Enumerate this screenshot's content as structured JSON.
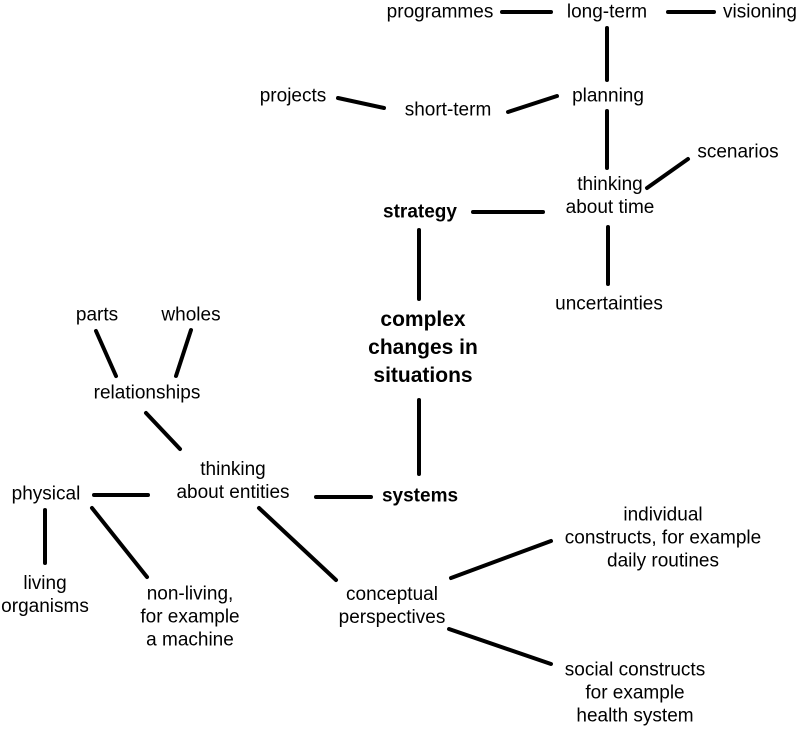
{
  "diagram": {
    "type": "concept-map",
    "colors": {
      "background": "#ffffff",
      "text": "#000000",
      "line": "#000000"
    },
    "nodes": [
      {
        "id": "programmes",
        "label": "programmes",
        "emphasis": "normal"
      },
      {
        "id": "long-term",
        "label": "long-term",
        "emphasis": "normal"
      },
      {
        "id": "visioning",
        "label": "visioning",
        "emphasis": "normal"
      },
      {
        "id": "projects",
        "label": "projects",
        "emphasis": "normal"
      },
      {
        "id": "short-term",
        "label": "short-term",
        "emphasis": "normal"
      },
      {
        "id": "planning",
        "label": "planning",
        "emphasis": "normal"
      },
      {
        "id": "scenarios",
        "label": "scenarios",
        "emphasis": "normal"
      },
      {
        "id": "thinking-about-time",
        "label": "thinking\nabout time",
        "emphasis": "normal"
      },
      {
        "id": "strategy",
        "label": "strategy",
        "emphasis": "bold"
      },
      {
        "id": "uncertainties",
        "label": "uncertainties",
        "emphasis": "normal"
      },
      {
        "id": "parts",
        "label": "parts",
        "emphasis": "normal"
      },
      {
        "id": "wholes",
        "label": "wholes",
        "emphasis": "normal"
      },
      {
        "id": "relationships",
        "label": "relationships",
        "emphasis": "normal"
      },
      {
        "id": "complex-changes-in-situations",
        "label": "complex\nchanges in\nsituations",
        "emphasis": "bold-central"
      },
      {
        "id": "thinking-about-entities",
        "label": "thinking\nabout entities",
        "emphasis": "normal"
      },
      {
        "id": "physical",
        "label": "physical",
        "emphasis": "normal"
      },
      {
        "id": "systems",
        "label": "systems",
        "emphasis": "bold"
      },
      {
        "id": "living-organisms",
        "label": "living\norganisms",
        "emphasis": "normal"
      },
      {
        "id": "non-living",
        "label": "non-living,\nfor example\na machine",
        "emphasis": "normal"
      },
      {
        "id": "conceptual-perspectives",
        "label": "conceptual\nperspectives",
        "emphasis": "normal"
      },
      {
        "id": "individual-constructs",
        "label": "individual\nconstructs, for example\ndaily routines",
        "emphasis": "normal"
      },
      {
        "id": "social-constructs",
        "label": "social constructs\nfor example\nhealth system",
        "emphasis": "normal"
      }
    ],
    "edges": [
      {
        "from": "programmes",
        "to": "long-term"
      },
      {
        "from": "long-term",
        "to": "visioning"
      },
      {
        "from": "long-term",
        "to": "planning"
      },
      {
        "from": "projects",
        "to": "short-term"
      },
      {
        "from": "short-term",
        "to": "planning"
      },
      {
        "from": "planning",
        "to": "thinking-about-time"
      },
      {
        "from": "thinking-about-time",
        "to": "scenarios"
      },
      {
        "from": "thinking-about-time",
        "to": "uncertainties"
      },
      {
        "from": "strategy",
        "to": "thinking-about-time"
      },
      {
        "from": "strategy",
        "to": "complex-changes-in-situations"
      },
      {
        "from": "parts",
        "to": "relationships"
      },
      {
        "from": "wholes",
        "to": "relationships"
      },
      {
        "from": "relationships",
        "to": "thinking-about-entities"
      },
      {
        "from": "physical",
        "to": "thinking-about-entities"
      },
      {
        "from": "complex-changes-in-situations",
        "to": "systems"
      },
      {
        "from": "thinking-about-entities",
        "to": "systems"
      },
      {
        "from": "physical",
        "to": "living-organisms"
      },
      {
        "from": "physical",
        "to": "non-living"
      },
      {
        "from": "thinking-about-entities",
        "to": "conceptual-perspectives"
      },
      {
        "from": "conceptual-perspectives",
        "to": "individual-constructs"
      },
      {
        "from": "conceptual-perspectives",
        "to": "social-constructs"
      }
    ]
  }
}
